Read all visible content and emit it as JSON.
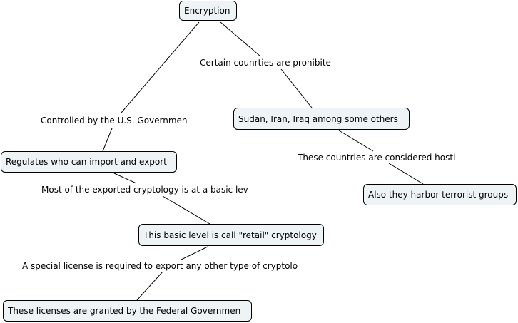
{
  "concepts": {
    "encryption": "Encryption",
    "sudan": "Sudan, Iran, Iraq among some others",
    "regulates": "Regulates who can import and export",
    "terrorist": "Also they harbor terrorist groups",
    "retail": "This basic level is call \"retail\" cryptology",
    "licenses": "These licenses are granted by the Federal Governmen"
  },
  "links": {
    "prohibite": "Certain counrties are prohibite",
    "controlled": "Controlled by the U.S. Governmen",
    "hosti": "These countries are considered hosti",
    "basic_lev": "Most of the exported cryptology is at a basic lev",
    "special": "A special license is required to export any other type of cryptolo"
  }
}
